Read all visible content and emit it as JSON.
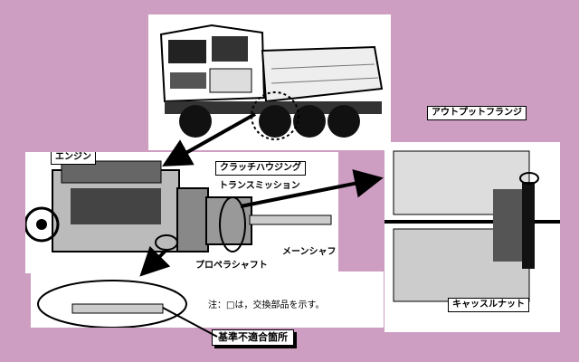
{
  "labels": {
    "engine": "エンジン",
    "clutch_housing": "クラッチハウジング",
    "transmission": "トランスミッション",
    "propeller_shaft": "プロペラシャフト",
    "main_shaft": "メーンシャフト",
    "output_flange": "アウトプットフランジ",
    "castle_nut": "キャッスルナット",
    "note": "注：□は，交換部品を示す。",
    "defect_location": "基準不適合箇所"
  },
  "colors": {
    "background": "#cd9ec1",
    "panel": "#ffffff",
    "ink": "#000000"
  }
}
